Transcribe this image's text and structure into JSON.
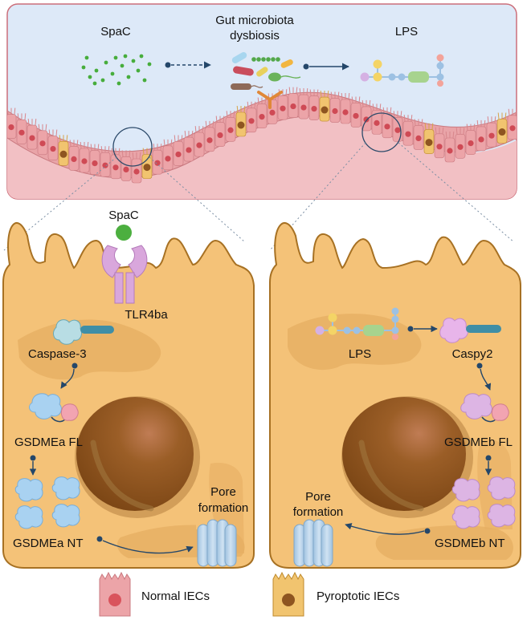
{
  "top_panel": {
    "spac_label": "SpaC",
    "dysbiosis_label_line1": "Gut microbiota",
    "dysbiosis_label_line2": "dysbiosis",
    "lps_label": "LPS"
  },
  "left_cell": {
    "spac_label": "SpaC",
    "receptor_label": "TLR4ba",
    "caspase_label": "Caspase-3",
    "gsdme_fl_label": "GSDMEa FL",
    "gsdme_nt_label": "GSDMEa NT",
    "pore_label_line1": "Pore",
    "pore_label_line2": "formation"
  },
  "right_cell": {
    "lps_label": "LPS",
    "caspase_label": "Caspy2",
    "gsdme_fl_label": "GSDMEb FL",
    "gsdme_nt_label": "GSDMEb NT",
    "pore_label_line1": "Pore",
    "pore_label_line2": "formation"
  },
  "legend": {
    "normal_label": "Normal IECs",
    "pyroptotic_label": "Pyroptotic IECs"
  },
  "colors": {
    "lumen": "#dde9f8",
    "panel_border": "#cc6f7a",
    "tissue": "#f2c0c4",
    "normal_cell": "#eca4a8",
    "pyroptotic_cell": "#f1c46f",
    "cell_body": "#f4c278",
    "nucleus": "#8e5520",
    "arrow": "#24476a"
  }
}
